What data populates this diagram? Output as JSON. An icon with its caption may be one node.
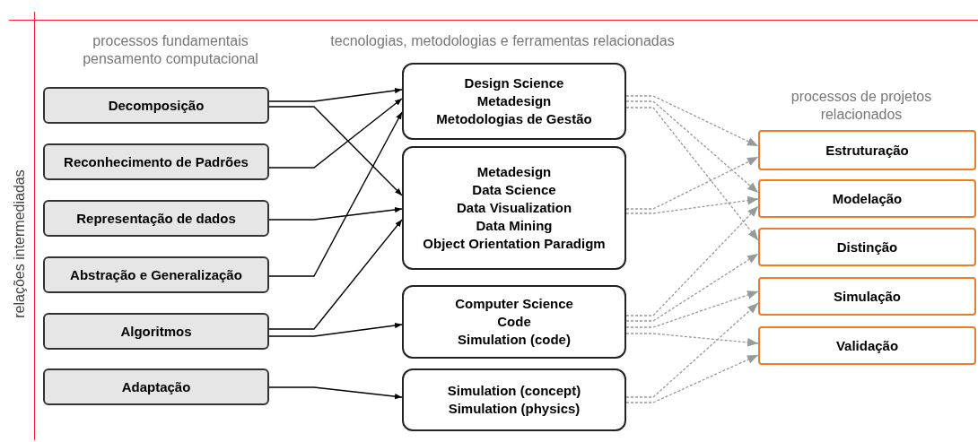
{
  "diagram": {
    "nodes": [
      {
        "text": [
          "Decomposição"
        ]
      },
      {
        "text": [
          "Reconhecimento de Padrões"
        ]
      },
      {
        "text": [
          "Representação de dados"
        ]
      },
      {
        "text": [
          "Abstração e Generalização"
        ]
      },
      {
        "text": [
          "Algoritmos"
        ]
      },
      {
        "text": [
          "Adaptação"
        ]
      },
      {
        "text": [
          "Design Science",
          "Metadesign",
          "Metodologias de Gestão"
        ]
      },
      {
        "text": [
          "Metadesign",
          "Data Science",
          "Data Visualization",
          "Data Mining",
          "Object Orientation Paradigm"
        ]
      },
      {
        "text": [
          "Computer Science",
          "Code",
          "Simulation (code)"
        ]
      },
      {
        "text": [
          "Simulation (concept)",
          "Simulation (physics)"
        ]
      },
      {
        "text": [
          "Estruturação"
        ]
      },
      {
        "text": [
          "Modelação"
        ]
      },
      {
        "text": [
          "Distinção"
        ]
      },
      {
        "text": [
          "Simulação"
        ]
      },
      {
        "text": [
          "Validação"
        ]
      }
    ],
    "edges": [
      {
        "from": 0,
        "to": 6,
        "arrow": "to",
        "color": "#000000"
      },
      {
        "from": 0,
        "to": 7,
        "arrow": "to",
        "color": "#000000"
      },
      {
        "from": 1,
        "to": 6,
        "arrow": "to",
        "color": "#000000"
      },
      {
        "from": 2,
        "to": 7,
        "arrow": "to",
        "color": "#000000"
      },
      {
        "from": 3,
        "to": 6,
        "arrow": "to",
        "color": "#000000"
      },
      {
        "from": 4,
        "to": 7,
        "arrow": "to",
        "color": "#000000"
      },
      {
        "from": 4,
        "to": 8,
        "arrow": "to",
        "color": "#000000"
      },
      {
        "from": 5,
        "to": 9,
        "arrow": "to",
        "color": "#000000"
      },
      {
        "from": 6,
        "to": 10,
        "arrow": "to",
        "style": "dashed"
      },
      {
        "from": 6,
        "to": 11,
        "arrow": "to",
        "style": "dashed"
      },
      {
        "from": 6,
        "to": 12,
        "arrow": "to",
        "style": "dashed"
      },
      {
        "from": 7,
        "to": 10,
        "arrow": "to",
        "style": "dashed"
      },
      {
        "from": 7,
        "to": 11,
        "arrow": "to",
        "style": "dashed"
      },
      {
        "from": 8,
        "to": 11,
        "arrow": "to",
        "style": "dashed"
      },
      {
        "from": 8,
        "to": 12,
        "arrow": "to",
        "style": "dashed"
      },
      {
        "from": 8,
        "to": 13,
        "arrow": "to",
        "style": "dashed"
      },
      {
        "from": 8,
        "to": 14,
        "arrow": "to",
        "style": "dashed"
      },
      {
        "from": 9,
        "to": 13,
        "arrow": "to",
        "style": "dashed"
      },
      {
        "from": 9,
        "to": 14,
        "arrow": "to",
        "style": "dashed"
      }
    ],
    "labels": [
      "processos fundamentais pensamento computacional",
      "tecnologias, metodologias e ferramentas relacionadas",
      "processos de projetos relacionados",
      "relações intermediadas"
    ]
  }
}
